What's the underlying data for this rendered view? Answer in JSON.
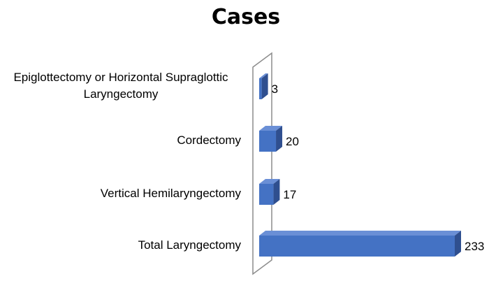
{
  "chart_data": {
    "type": "bar",
    "orientation": "horizontal",
    "style": "3d",
    "title": "Cases",
    "categories": [
      "Epiglottectomy or Horizontal Supraglottic Laryngectomy",
      "Cordectomy",
      "Vertical Hemilaryngectomy",
      "Total Laryngectomy"
    ],
    "category_label_lines": [
      [
        "Epiglottectomy or Horizontal Supraglottic",
        "Laryngectomy"
      ],
      [
        "Cordectomy"
      ],
      [
        "Vertical Hemilaryngectomy"
      ],
      [
        "Total Laryngectomy"
      ]
    ],
    "values": [
      3,
      20,
      17,
      233
    ],
    "data_labels": [
      "3",
      "20",
      "17",
      "233"
    ],
    "xlim": [
      0,
      233
    ],
    "grid": false,
    "legend": "none",
    "colors": {
      "bar_front": "#4472C4",
      "bar_top": "#6A8FD6",
      "bar_side": "#2F4F8F",
      "wall_stroke": "#8C8C8C"
    }
  }
}
